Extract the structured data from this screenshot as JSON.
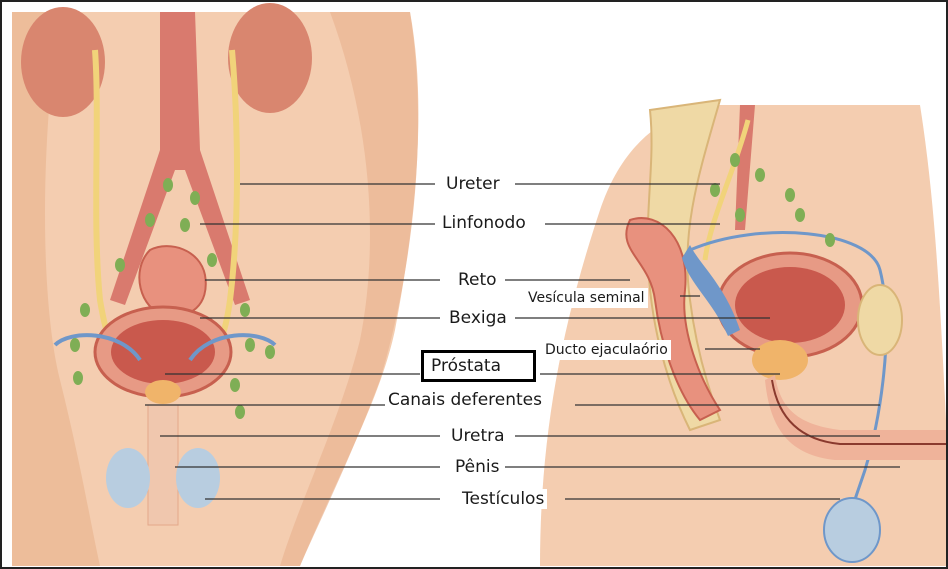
{
  "labels": {
    "ureter": "Ureter",
    "linfonodo": "Linfonodo",
    "reto": "Reto",
    "vesicula_seminal": "Vesícula seminal",
    "bexiga": "Bexiga",
    "ducto_ejaculatorio": "Ducto ejaculaório",
    "prostata": "Próstata",
    "canais_deferentes": "Canais deferentes",
    "uretra": "Uretra",
    "penis": "Pênis",
    "testiculos": "Testículos"
  },
  "colors": {
    "skin": "#f4cdb0",
    "skin_shadow": "#e9b593",
    "tissue": "#e8917e",
    "bladder": "#c9594d",
    "vessel_blue": "#6f97c9",
    "ureter_yellow": "#f1d37a",
    "node_green": "#7fae55",
    "bone": "#efd9a5",
    "highlight": "#000000"
  }
}
